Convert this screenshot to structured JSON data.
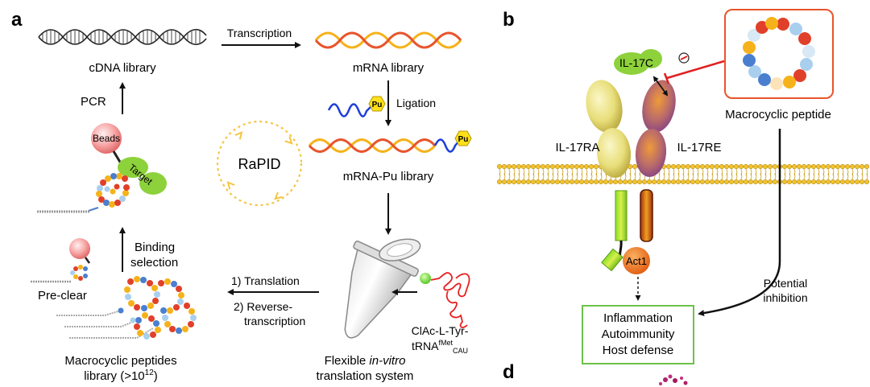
{
  "panel_a": {
    "letter": "a",
    "cdna_library": "cDNA library",
    "transcription": "Transcription",
    "mrna_library": "mRNA library",
    "ligation": "Ligation",
    "pu": "Pu",
    "mrna_pu_library": "mRNA-Pu library",
    "pcr": "PCR",
    "beads": "Beads",
    "target": "Target",
    "rapid": "RaPID",
    "binding": "Binding",
    "selection": "selection",
    "pre_clear": "Pre-clear",
    "translation": "1) Translation",
    "reverse_1": "2) Reverse-",
    "reverse_2": "transcription",
    "tyr": "ClAc-L-Tyr-",
    "trna": "tRNA",
    "trna_sup": "fMet",
    "trna_sub": "CAU",
    "macro_lib_1": "Macrocyclic peptides",
    "macro_lib_2": "library (>10",
    "macro_lib_sup": "12",
    "macro_lib_3": ")",
    "flexible": "Flexible ",
    "invitro": "in-vitro",
    "translation_system": "translation system"
  },
  "panel_b": {
    "letter": "b",
    "il17c": "IL-17C",
    "il17ra": "IL-17RA",
    "il17re": "IL-17RE",
    "macrocyclic_peptide": "Macrocyclic peptide",
    "act1": "Act1",
    "potential": "Potential",
    "inhibition": "inhibition",
    "outcomes": [
      "Inflammation",
      "Autoimmunity",
      "Host defense"
    ]
  },
  "panel_d": {
    "letter": "d"
  },
  "colors": {
    "orange": "#f28b1e",
    "blue_strand": "#1f3fd9",
    "pu_yellow": "#ffe01a",
    "bead_pink": "#f7a3a3",
    "target_green": "#8dd13b",
    "rapid_yellow": "#f5c542",
    "peptide_box": "#e8542c",
    "inhibit_red": "#e02020",
    "membrane_yellow": "#f2c230",
    "il17ra_yellow": "#e8de7a",
    "il17re_purple": "#9a5aa0",
    "act1_orange": "#f07a20",
    "outcome_box": "#6cc24a"
  },
  "icons": [
    "dna-helix-icon",
    "tube-icon",
    "membrane-icon"
  ]
}
